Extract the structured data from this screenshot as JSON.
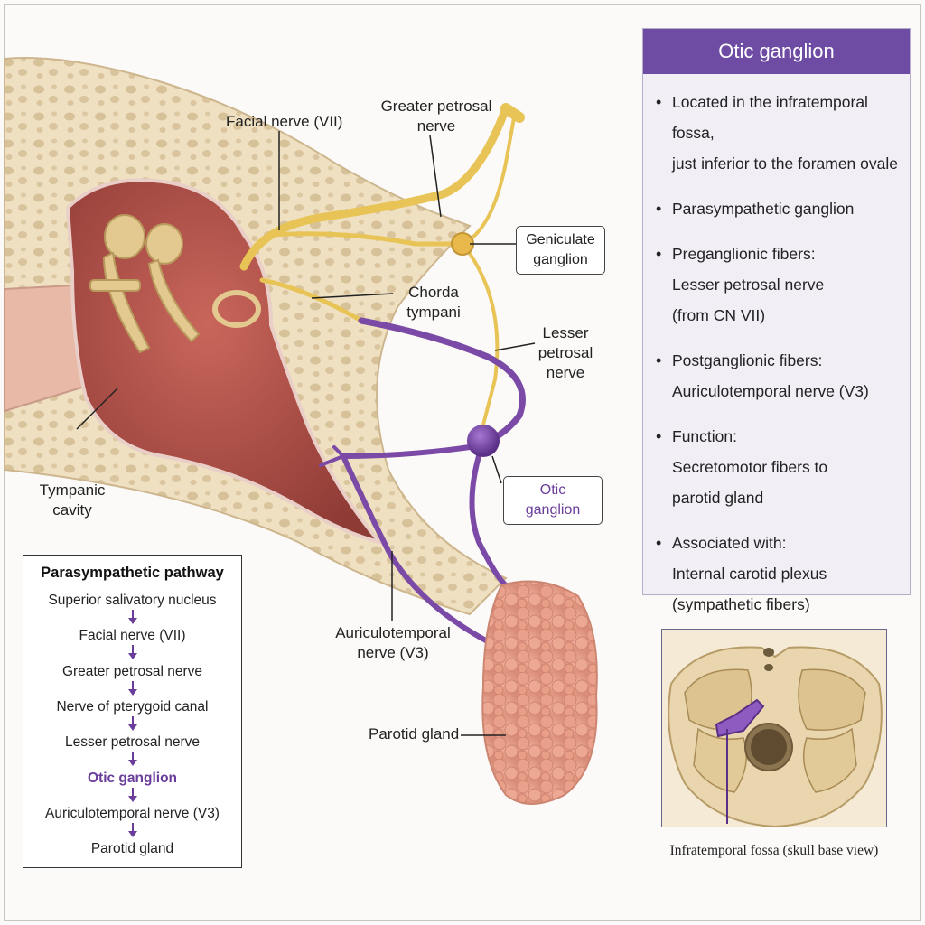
{
  "labels": {
    "facial_nerve": "Facial nerve (VII)",
    "greater_petrosal": [
      "Greater  petrosal",
      "nerve"
    ],
    "geniculate": [
      "Geniculate",
      "ganglion"
    ],
    "chorda_tympani": [
      "Chorda",
      "tympani"
    ],
    "lesser_petrosal": [
      "Lesser",
      "petrosal",
      "nerve"
    ],
    "tympanic_cavity": [
      "Tympanic",
      "cavity"
    ],
    "otic_ganglion": "Otic ganglion",
    "auriculotemporal": [
      "Auriculotemporal",
      "nerve (V3)"
    ],
    "parotid_gland": "Parotid gland"
  },
  "panel": {
    "title": "Otic ganglion",
    "items": [
      [
        "Located in the infratemporal fossa,",
        "just inferior to the foramen ovale"
      ],
      [
        "Parasympathetic ganglion"
      ],
      [
        "Preganglionic fibers:",
        "Lesser petrosal nerve",
        "(from CN VII)"
      ],
      [
        "Postganglionic fibers:",
        "Auriculotemporal nerve (V3)"
      ],
      [
        "Function:",
        "Secretomotor fibers to",
        "parotid gland"
      ],
      [
        "Associated with:",
        "Internal carotid plexus",
        "(sympathetic fibers)"
      ]
    ]
  },
  "pathway": {
    "title": "Parasympathetic pathway",
    "steps": [
      "Superior salivatory nucleus",
      "Facial nerve (VII)",
      "Greater petrosal nerve",
      "Nerve of pterygoid canal",
      "Lesser petrosal nerve",
      "Otic ganglion",
      "Auriculotemporal nerve (V3)",
      "Parotid gland"
    ],
    "highlight_index": 5
  },
  "inset": {
    "caption": "Infratemporal fossa (skull base view)"
  },
  "colors": {
    "bone": "#ecdcbc",
    "bone_pore": "#d4bf98",
    "cavity": "#b7524a",
    "nerve_yellow": "#e8c456",
    "nerve_purple": "#7a4aa6",
    "gland": "#e8a08c",
    "panel_header": "#6f4ca3"
  }
}
